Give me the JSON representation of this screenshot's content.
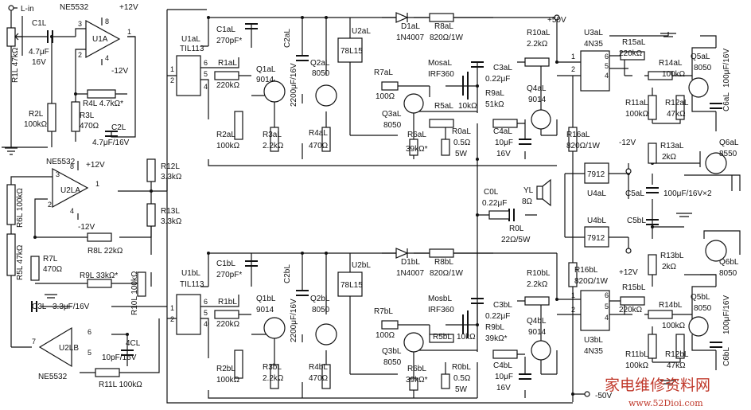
{
  "colors": {
    "ink": "#111111",
    "paper": "#ffffff",
    "watermark": "#c0392b"
  },
  "rails": {
    "pos12": "+12V",
    "neg12": "-12V",
    "pos50": "+50V",
    "neg50": "-50V"
  },
  "input": {
    "label": "L-in",
    "c1l": "C1L",
    "c1l_val": "4.7μF",
    "c1l_v": "16V",
    "r1l": "R1L 47kΩ",
    "u1a": "U1A",
    "u1a_part": "NE5532",
    "u1a_pin3": "3",
    "u1a_pin2": "2",
    "u1a_pin8": "8",
    "u1a_pin4": "4",
    "u1a_pin1": "1",
    "r2l": "R2L",
    "r2l_val": "100kΩ",
    "r3l": "R3L",
    "r3l_val": "470Ω",
    "r4l": "R4L 4.7kΩ*",
    "c2l": "C2L",
    "c2l_val": "4.7μF/16V"
  },
  "stage2": {
    "u2la": "U2LA",
    "part": "NE5532",
    "pin3": "3",
    "pin2": "2",
    "pin8": "8",
    "pin4": "4",
    "pin1": "1",
    "r6l": "R6L 100kΩ",
    "r5l": "R5L 47kΩ",
    "r7l": "R7L",
    "r7l_val": "470Ω",
    "r8l": "R8L 22kΩ",
    "r9l": "R9L 33kΩ*",
    "r10l": "R10L 100kΩ",
    "r12l": "R12L",
    "r12l_val": "3.3kΩ",
    "r13l": "R13L",
    "r13l_val": "3.3kΩ"
  },
  "stage3": {
    "c3l": "C3L",
    "c3l_val": "3.3μF/16V",
    "u2lb": "U2LB",
    "part": "NE5532",
    "pin7": "7",
    "pin6": "6",
    "pin5": "5",
    "c4l": "4CL",
    "c4l_val": "10pF/16V",
    "r11l": "R11L 100kΩ"
  },
  "ch_a": {
    "u1al": "U1aL",
    "u1al_part": "TIL113",
    "p1": "1",
    "p2": "2",
    "p4": "4",
    "p5": "5",
    "p6": "6",
    "c1al": "C1aL",
    "c1al_val": "270pF*",
    "r1al": "R1aL",
    "r1al_val": "220kΩ",
    "r2al": "R2aL",
    "r2al_val": "100kΩ",
    "q1al": "Q1aL",
    "q1al_part": "9014",
    "c2al": "C2aL",
    "c2al_val": "2200μF/16V",
    "q2al": "Q2aL",
    "q2al_part": "8050",
    "r3al": "R3aL",
    "r3al_val": "2.2kΩ",
    "r4al": "R4aL",
    "r4al_val": "470Ω",
    "u2al": "U2aL",
    "u2al_box": "78L15",
    "d1al": "D1aL",
    "d1al_part": "1N4007",
    "r8al": "R8aL",
    "r8al_val": "820Ω/1W",
    "r7al": "R7aL",
    "r7al_val": "100Ω",
    "mosal": "MosaL",
    "mosal_part": "IRF360",
    "q3al": "Q3aL",
    "q3al_part": "8050",
    "r5al": "R5aL",
    "r5al_val": "10kΩ",
    "r9al": "R9aL",
    "r9al_val": "51kΩ",
    "r6al": "R6aL",
    "r6al_val": "39kΩ*",
    "r0al": "R0aL",
    "r0al_val": "0.5Ω",
    "r0al_w": "5W",
    "c4al": "C4aL",
    "c4al_val": "10μF",
    "c4al_v": "16V",
    "c3al": "C3aL",
    "c3al_val": "0.22μF",
    "q4al": "Q4aL",
    "q4al_part": "9014",
    "r10al": "R10aL",
    "r10al_val": "2.2kΩ",
    "r16al": "R16aL",
    "r16al_val": "820Ω/1W",
    "u3al": "U3aL",
    "u3al_part": "4N35",
    "u3_p1": "1",
    "u3_p2": "2",
    "u3_p4": "4",
    "u3_p5": "5",
    "u3_p6": "6",
    "r15al": "R15aL",
    "r15al_val": "220kΩ",
    "r14al": "R14aL",
    "r14al_val": "100kΩ",
    "r11al": "R11aL",
    "r11al_val": "100kΩ",
    "r12al": "R12aL",
    "r12al_val": "47kΩ",
    "q5al": "Q5aL",
    "q5al_part": "8050",
    "c6al": "C6aL",
    "c6al_val": "100μF/16V",
    "r13al": "R13aL",
    "r13al_val": "2kΩ",
    "q6al": "Q6aL",
    "q6al_part": "8550"
  },
  "center": {
    "u4al_box": "7912",
    "u4al": "U4aL",
    "u4bl_box": "7912",
    "u4bl": "U4bL",
    "c5al": "C5aL",
    "c5_val": "100μF/16V×2",
    "c5bl": "C5bL",
    "c0l": "C0L",
    "c0l_val": "0.22μF",
    "r0l": "R0L",
    "r0l_val": "22Ω/5W",
    "yl": "YL",
    "yl_val": "8Ω"
  },
  "ch_b": {
    "u1bl": "U1bL",
    "u1bl_part": "TIL113",
    "p1": "1",
    "p2": "2",
    "p4": "4",
    "p5": "5",
    "p6": "6",
    "c1bl": "C1bL",
    "c1bl_val": "270pF*",
    "r1bl": "R1bL",
    "r1bl_val": "220kΩ",
    "r2bl": "R2bL",
    "r2bl_val": "100kΩ",
    "q1bl": "Q1bL",
    "q1bl_part": "9014",
    "c2bl": "C2bL",
    "c2bl_val": "2200μF/16V",
    "q2bl": "Q2bL",
    "q2bl_part": "8050",
    "r3bl": "R3bL",
    "r3bl_val": "2.2kΩ",
    "r4bl": "R4bL",
    "r4bl_val": "470Ω",
    "u2bl": "U2bL",
    "u2bl_box": "78L15",
    "d1bl": "D1bL",
    "d1bl_part": "1N4007",
    "r8bl": "R8bL",
    "r8bl_val": "820Ω/1W",
    "r7bl": "R7bL",
    "r7bl_val": "100Ω",
    "mosbl": "MosbL",
    "mosbl_part": "IRF360",
    "q3bl": "Q3bL",
    "q3bl_part": "8050",
    "r5bl": "R5bL",
    "r5bl_val": "10kΩ",
    "r9bl": "R9bL",
    "r9bl_val": "39kΩ*",
    "r6bl": "R6bL",
    "r6bl_val": "39kΩ*",
    "r0bl": "R0bL",
    "r0bl_val": "0.5Ω",
    "r0bl_w": "5W",
    "c4bl": "C4bL",
    "c4bl_val": "10μF",
    "c4bl_v": "16V",
    "c3bl": "C3bL",
    "c3bl_val": "0.22μF",
    "q4bl": "Q4bL",
    "q4bl_part": "9014",
    "r10bl": "R10bL",
    "r10bl_val": "2.2kΩ",
    "r16bl": "R16bL",
    "r16bl_val": "820Ω/1W",
    "u3bl": "U3bL",
    "u3bl_part": "4N35",
    "u3_p1": "1",
    "u3_p2": "2",
    "u3_p4": "4",
    "u3_p5": "5",
    "u3_p6": "6",
    "r15bl": "R15bL",
    "r15bl_val": "220kΩ",
    "r14bl": "R14bL",
    "r14bl_val": "100kΩ",
    "r11bl": "R11bL",
    "r11bl_val": "100kΩ",
    "r12bl": "R12bL",
    "r12bl_val": "47kΩ",
    "q5bl": "Q5bL",
    "q5bl_part": "8050",
    "c6bl": "C6bL",
    "c6bl_val": "100μF/16V",
    "r13bl": "R13bL",
    "r13bl_val": "2kΩ",
    "q6bl": "Q6bL",
    "q6bl_part": "8050"
  },
  "watermark": {
    "cn": "家电维修资料网",
    "url": "www.52Dioi.com"
  }
}
